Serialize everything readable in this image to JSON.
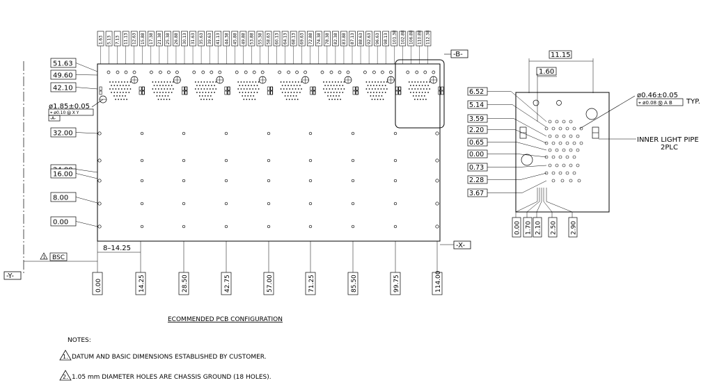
{
  "datums": {
    "a": "-A-",
    "b": "-B-",
    "x": "-X-",
    "y": "-Y-"
  },
  "top_dims": [
    "1.63",
    "5.13",
    "7.13",
    "11.13",
    "12.63",
    "15.88",
    "17.38",
    "21.38",
    "25.38",
    "26.88",
    "30.13",
    "31.63",
    "35.63",
    "39.63",
    "41.13",
    "44.38",
    "45.88",
    "49.88",
    "53.88",
    "55.38",
    "58.63",
    "60.13",
    "64.13",
    "68.13",
    "69.63",
    "72.88",
    "74.38",
    "78.38",
    "82.38",
    "83.88",
    "87.13",
    "88.63",
    "92.63",
    "96.63",
    "98.13",
    "101.38",
    "102.88",
    "106.88",
    "110.88",
    "112.38"
  ],
  "left_dims": [
    "51.63",
    "49.60",
    "42.10",
    "32.00",
    "24.00",
    "16.00",
    "8.00",
    "0.00"
  ],
  "hole_callout": {
    "dia": "ø1.85±0.05",
    "frame": "⌖ ø0.10 Ⓜ X Y"
  },
  "bottom_dims": [
    "0.00",
    "14.25",
    "28.50",
    "42.75",
    "57.00",
    "71.25",
    "85.50",
    "99.75",
    "114.00"
  ],
  "pitch_label": "8–14.25",
  "bsc_label": "BSC",
  "callout_flag": "1",
  "detail": {
    "top_dims": [
      "11.15",
      "1.60"
    ],
    "left_dims": [
      "6.52",
      "5.14",
      "3.59",
      "2.20",
      "0.65",
      "0.00",
      "0.73",
      "2.28",
      "3.67"
    ],
    "bottom_dims": [
      "0.00",
      "1.70",
      "2.10",
      "2.50",
      "2.90"
    ],
    "pin_callout": "ø0.46±0.05",
    "pin_typ": "TYP.",
    "pin_frame": "⌖ ø0.08 Ⓜ A B",
    "light_pipe": "INNER LIGHT PIPE",
    "light_pipe_qty": "2PLC"
  },
  "title": "ECOMMENDED PCB CONFIGURATION",
  "notes_heading": "NOTES:",
  "notes": [
    {
      "num": "1.",
      "text": "DATUM AND BASIC DIMENSIONS ESTABLISHED BY CUSTOMER."
    },
    {
      "num": "2.",
      "text": "1.05 mm DIAMETER HOLES ARE CHASSIS GROUND (18 HOLES)."
    }
  ]
}
